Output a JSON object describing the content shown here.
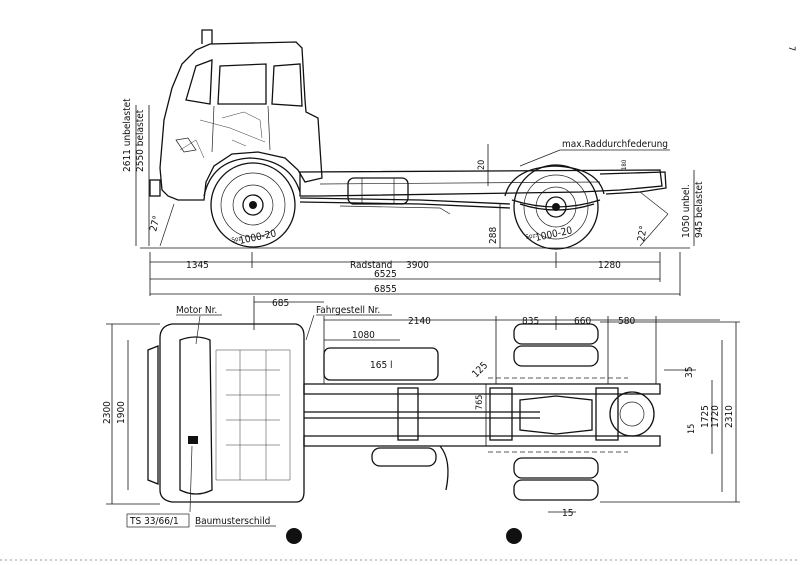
{
  "page_number": "7",
  "side_view": {
    "load_unladen": "2611 unbelastet",
    "load_laden": "2550 belastet",
    "rear_unladen": "1050 unbel.",
    "rear_laden": "945 belastet",
    "max_travel_label": "max.Raddurchfederung",
    "travel_value": "20",
    "small_value": "180",
    "approach_angle": "27°",
    "departure_angle": "22°",
    "ground_clearance": "288",
    "tyre_front": "1000-20",
    "tyre_rear": "1000-20",
    "tyre_prefix": "Spz.",
    "front_overhang": "1345",
    "wheelbase_label": "Radstand",
    "wheelbase": "3900",
    "rear_overhang": "1280",
    "overall_a": "6525",
    "overall_b": "6855"
  },
  "top_view": {
    "engine_label": "Motor Nr.",
    "chassis_label": "Fahrgestell Nr.",
    "model_code": "TS 33/66/1",
    "plate_label": "Baumusterschild",
    "dim_685": "685",
    "dim_2140": "2140",
    "dim_1080": "1080",
    "tank_volume": "165 l",
    "dim_835": "835",
    "dim_660": "660",
    "dim_580": "580",
    "dim_125": "125",
    "dim_765": "765",
    "dim_35": "35",
    "dim_15a": "15",
    "dim_1725": "1725",
    "dim_1720": "1720",
    "dim_2310": "2310",
    "dim_2300": "2300",
    "dim_1900": "1900",
    "dim_15b": "15"
  }
}
